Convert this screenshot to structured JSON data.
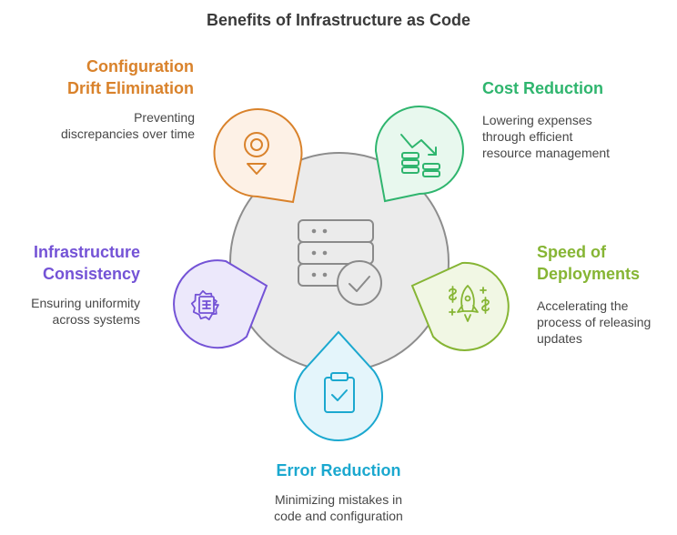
{
  "title": "Benefits of Infrastructure as Code",
  "center_icon": "server-stack-check-icon",
  "benefits": [
    {
      "heading": "Configuration\nDrift Elimination",
      "description": "Preventing\ndiscrepancies over time",
      "icon": "target-marker-icon",
      "color": "#d9822b",
      "fill": "#fdf1e6"
    },
    {
      "heading": "Cost Reduction",
      "description": "Lowering expenses\nthrough efficient\nresource management",
      "icon": "trending-down-coins-icon",
      "color": "#2fb56e",
      "fill": "#e8f8ee"
    },
    {
      "heading": "Infrastructure\nConsistency",
      "description": "Ensuring uniformity\nacross systems",
      "icon": "gear-document-icon",
      "color": "#7453d6",
      "fill": "#ece8fb"
    },
    {
      "heading": "Speed of\nDeployments",
      "description": "Accelerating the\nprocess of releasing\nupdates",
      "icon": "rocket-dollar-icon",
      "color": "#86b534",
      "fill": "#f1f7e4"
    },
    {
      "heading": "Error Reduction",
      "description": "Minimizing mistakes in\ncode and configuration",
      "icon": "clipboard-check-icon",
      "color": "#1ba8cf",
      "fill": "#e4f5fb"
    }
  ]
}
